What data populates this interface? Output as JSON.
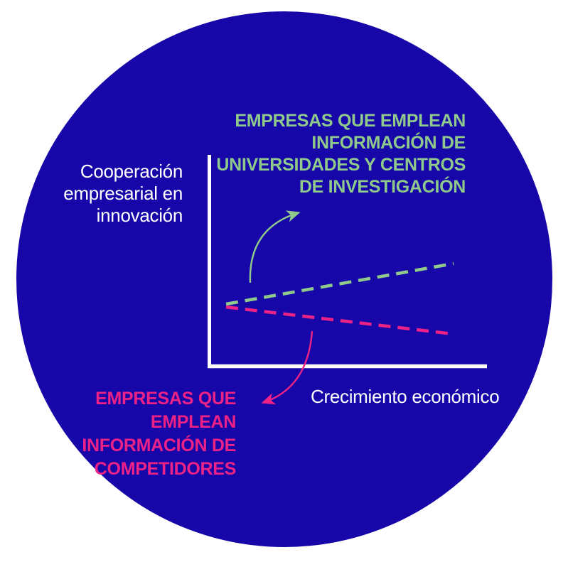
{
  "colors": {
    "background": "#FFFFFF",
    "circle": "#1807A8",
    "green": "#8FCA8C",
    "pink": "#EC2286",
    "axis": "#FFFFFF",
    "text_light": "#FFFFFF"
  },
  "labels": {
    "y_axis": "Cooperación\nempresarial en\ninnovación",
    "x_axis": "Crecimiento económico",
    "series_green": "EMPRESAS QUE EMPLEAN\nINFORMACIÓN DE\nUNIVERSIDADES  Y CENTROS\nDE INVESTIGACIÓN",
    "series_pink": "EMPRESAS QUE\nEMPLEAN\nINFORMACIÓN DE\nCOMPETIDORES"
  },
  "chart_data": {
    "type": "line",
    "title": "",
    "xlabel": "Crecimiento económico",
    "ylabel": "Cooperación empresarial en innovación",
    "axes_numeric": false,
    "grid": false,
    "legend_position": "annotated-with-arrows",
    "series": [
      {
        "name": "Empresas que emplean información de universidades y centros de investigación",
        "color": "#8FCA8C",
        "style": "dashed",
        "trend": "increasing",
        "points_norm": [
          {
            "x": 0,
            "y": 0.293
          },
          {
            "x": 1,
            "y": 0.485
          }
        ]
      },
      {
        "name": "Empresas que emplean información de competidores",
        "color": "#EC2286",
        "style": "dashed",
        "trend": "decreasing",
        "points_norm": [
          {
            "x": 0,
            "y": 0.279
          },
          {
            "x": 1,
            "y": 0.151
          }
        ]
      }
    ],
    "annotations": [
      {
        "type": "curved-arrow",
        "color": "#8FCA8C",
        "from": "line origin",
        "to": "green series label"
      },
      {
        "type": "curved-arrow",
        "color": "#EC2286",
        "from": "pink dashed line",
        "to": "pink series label"
      }
    ]
  }
}
